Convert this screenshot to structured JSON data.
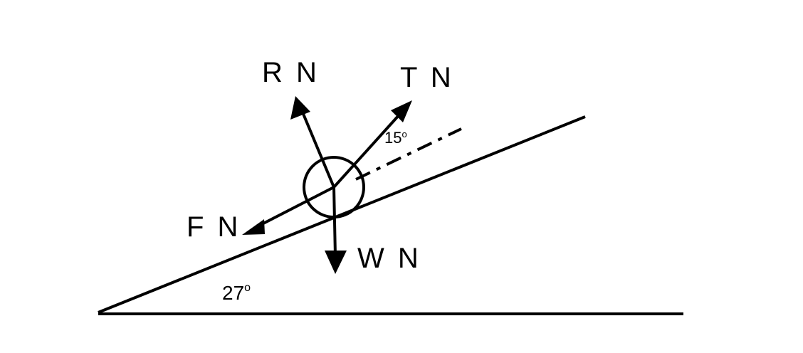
{
  "labels": {
    "normal_reaction": "R N",
    "tension": "T N",
    "friction": "F N",
    "weight": "W N",
    "incline_angle": "27",
    "incline_angle_unit": "o",
    "tension_angle": "15",
    "tension_angle_unit": "o"
  },
  "colors": {
    "ink": "#000000",
    "background": "#ffffff"
  }
}
